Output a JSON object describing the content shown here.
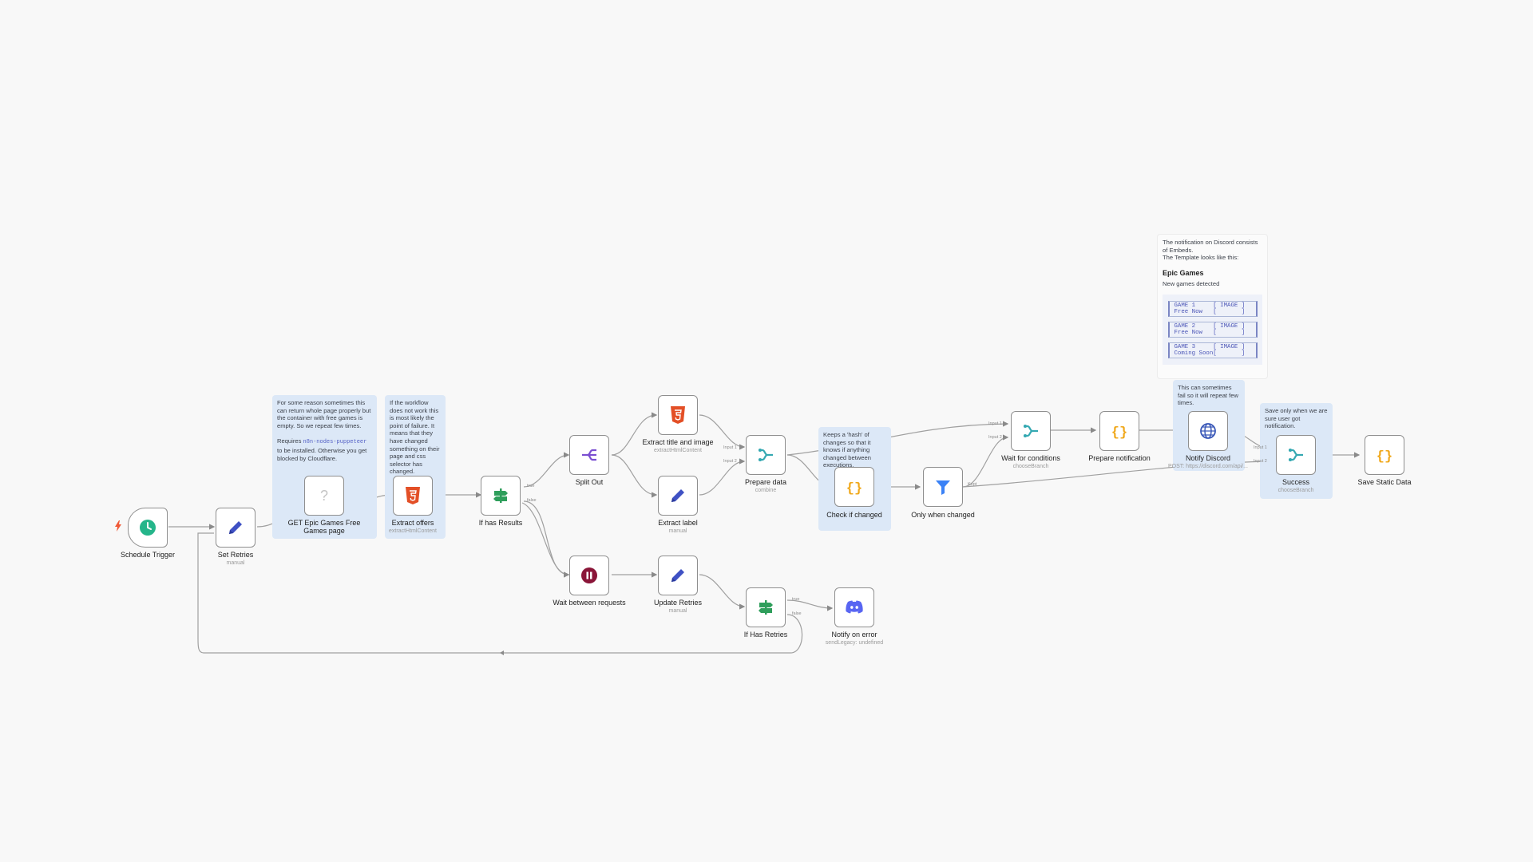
{
  "canvas": {
    "background": "#f8f8f8"
  },
  "stickies": {
    "s1": {
      "p1": "For some reason sometimes this can return whole page properly but the container with free games is empty. So we repeat few times.",
      "p2_pre": "Requires ",
      "p2_code": "n8n-nodes-puppeteer",
      "p2_post": " to be installed. Otherwise you get blocked by Cloudflare."
    },
    "s2": {
      "text": "If the workflow does not work this is most likely the point of failure. It means that they have changed something on their page and css selector has changed."
    },
    "s3": {
      "text": "Keeps a 'hash' of changes so that it knows if anything changed between executions."
    },
    "s4": {
      "l1": "The notification on Discord consists of Embeds.",
      "l2": "The Template looks like this:",
      "heading": "Epic Games",
      "subheading": "New games detected",
      "embeds": [
        "GAME 1     [ IMAGE ]\nFree Now   [       ]",
        "GAME 2     [ IMAGE ]\nFree Now   [       ]",
        "GAME 3     [ IMAGE ]\nComing Soon[       ]"
      ]
    },
    "s5": {
      "text": "This can sometimes fail so it will repeat few times."
    },
    "s6": {
      "text": "Save only when we are sure user got notification."
    }
  },
  "nodes": {
    "schedule": {
      "label": "Schedule Trigger",
      "icon": "clock-icon"
    },
    "set_retries": {
      "label": "Set Retries",
      "sub": "manual",
      "icon": "pencil-icon"
    },
    "get_epic": {
      "label": "GET Epic Games Free Games page",
      "icon": "question-icon"
    },
    "extract_offers": {
      "label": "Extract offers",
      "sub": "extractHtmlContent",
      "icon": "html5-icon"
    },
    "if_results": {
      "label": "If has Results",
      "icon": "if-icon",
      "out_true": "true",
      "out_false": "false"
    },
    "split_out": {
      "label": "Split Out",
      "icon": "split-icon"
    },
    "extract_title": {
      "label": "Extract title and image",
      "sub": "extractHtmlContent",
      "icon": "html5-icon"
    },
    "extract_label": {
      "label": "Extract label",
      "sub": "manual",
      "icon": "pencil-icon"
    },
    "prepare_data": {
      "label": "Prepare data",
      "sub": "combine",
      "icon": "merge-icon",
      "in1": "Input 1",
      "in2": "Input 2"
    },
    "check_changed": {
      "label": "Check if changed",
      "icon": "code-icon"
    },
    "only_changed": {
      "label": "Only when changed",
      "icon": "filter-icon",
      "out": "Kept"
    },
    "wait_conditions": {
      "label": "Wait for conditions",
      "sub": "chooseBranch",
      "icon": "merge-icon",
      "in1": "Input 1",
      "in2": "Input 2"
    },
    "prepare_notif": {
      "label": "Prepare notification",
      "icon": "code-icon"
    },
    "notify_discord": {
      "label": "Notify Discord",
      "sub": "POST: https://discord.com/api/...",
      "icon": "globe-icon"
    },
    "success": {
      "label": "Success",
      "sub": "chooseBranch",
      "icon": "merge-icon",
      "in1": "Input 1",
      "in2": "Input 2"
    },
    "save_static": {
      "label": "Save Static Data",
      "icon": "code-icon"
    },
    "wait_between": {
      "label": "Wait between requests",
      "icon": "pause-icon"
    },
    "update_retries": {
      "label": "Update Retries",
      "sub": "manual",
      "icon": "pencil-icon"
    },
    "if_retries": {
      "label": "If Has Retries",
      "icon": "if-icon",
      "out_true": "true",
      "out_false": "false"
    },
    "notify_error": {
      "label": "Notify on error",
      "sub": "sendLegacy: undefined",
      "icon": "discord-icon"
    }
  },
  "colors": {
    "edge": "#9a9a9a",
    "sticky_blue": "#dce8f7",
    "trigger_bolt": "#f05a38",
    "clock_green": "#25b58a",
    "pencil_blue": "#3f51c4",
    "html_orange": "#e34f26",
    "if_green": "#2e9e5b",
    "split_purple": "#7b4fd1",
    "merge_teal": "#35a9b2",
    "code_orange": "#f0a81b",
    "filter_blue": "#3b82f6",
    "globe_blue": "#3a58b8",
    "pause_maroon": "#8a1538",
    "discord_blurple": "#5865f2"
  }
}
